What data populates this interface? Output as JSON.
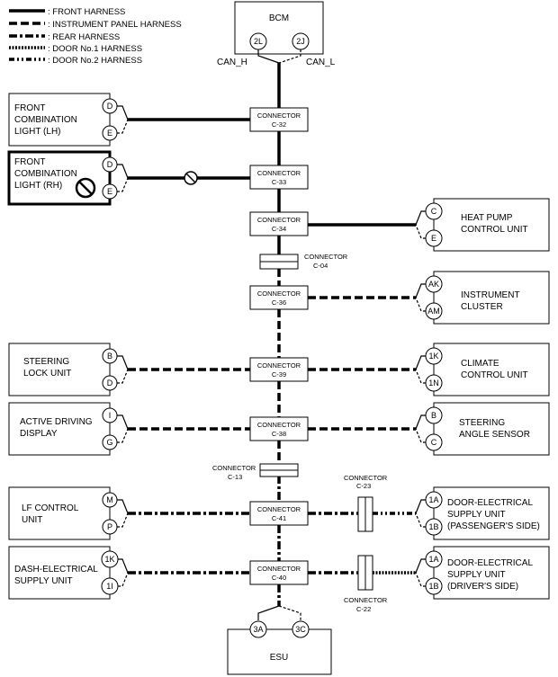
{
  "legend": {
    "front": ": FRONT HARNESS",
    "ip": ": INSTRUMENT PANEL HARNESS",
    "rear": ": REAR HARNESS",
    "door1": ": DOOR No.1 HARNESS",
    "door2": ": DOOR No.2 HARNESS"
  },
  "bcm": {
    "name": "BCM",
    "pin_h": "2L",
    "pin_l": "2J",
    "can_h": "CAN_H",
    "can_l": "CAN_L"
  },
  "connector_word": "CONNECTOR",
  "connectors": {
    "c32": "C-32",
    "c33": "C-33",
    "c34": "C-34",
    "c04": "C-04",
    "c36": "C-36",
    "c39": "C-39",
    "c38": "C-38",
    "c13": "C-13",
    "c41": "C-41",
    "c40": "C-40",
    "c23": "C-23",
    "c22": "C-22"
  },
  "left_units": {
    "front_lh": {
      "lines": [
        "FRONT",
        "COMBINATION",
        "LIGHT (LH)"
      ],
      "pin1": "D",
      "pin2": "E"
    },
    "front_rh": {
      "lines": [
        "FRONT",
        "COMBINATION",
        "LIGHT (RH)"
      ],
      "pin1": "D",
      "pin2": "E"
    },
    "steering_lock": {
      "lines": [
        "STEERING",
        "LOCK UNIT"
      ],
      "pin1": "B",
      "pin2": "D"
    },
    "active_driving": {
      "lines": [
        "ACTIVE DRIVING",
        "DISPLAY"
      ],
      "pin1": "I",
      "pin2": "G"
    },
    "lf_control": {
      "lines": [
        "LF CONTROL",
        "UNIT"
      ],
      "pin1": "M",
      "pin2": "P"
    },
    "dash_electrical": {
      "lines": [
        "DASH-ELECTRICAL",
        "SUPPLY UNIT"
      ],
      "pin1": "1K",
      "pin2": "1I"
    }
  },
  "right_units": {
    "heat_pump": {
      "lines": [
        "HEAT PUMP",
        "CONTROL UNIT"
      ],
      "pin1": "C",
      "pin2": "E"
    },
    "instrument_cluster": {
      "lines": [
        "INSTRUMENT",
        "CLUSTER"
      ],
      "pin1": "AK",
      "pin2": "AM"
    },
    "climate_control": {
      "lines": [
        "CLIMATE",
        "CONTROL UNIT"
      ],
      "pin1": "1K",
      "pin2": "1N"
    },
    "steering_angle": {
      "lines": [
        "STEERING",
        "ANGLE SENSOR"
      ],
      "pin1": "B",
      "pin2": "C"
    },
    "door_passenger": {
      "lines": [
        "DOOR-ELECTRICAL",
        "SUPPLY UNIT",
        "(PASSENGER'S SIDE)"
      ],
      "pin1": "1A",
      "pin2": "1B"
    },
    "door_driver": {
      "lines": [
        "DOOR-ELECTRICAL",
        "SUPPLY UNIT",
        "(DRIVER'S SIDE)"
      ],
      "pin1": "1A",
      "pin2": "1B"
    }
  },
  "esu": {
    "name": "ESU",
    "pin1": "3A",
    "pin2": "3C"
  }
}
